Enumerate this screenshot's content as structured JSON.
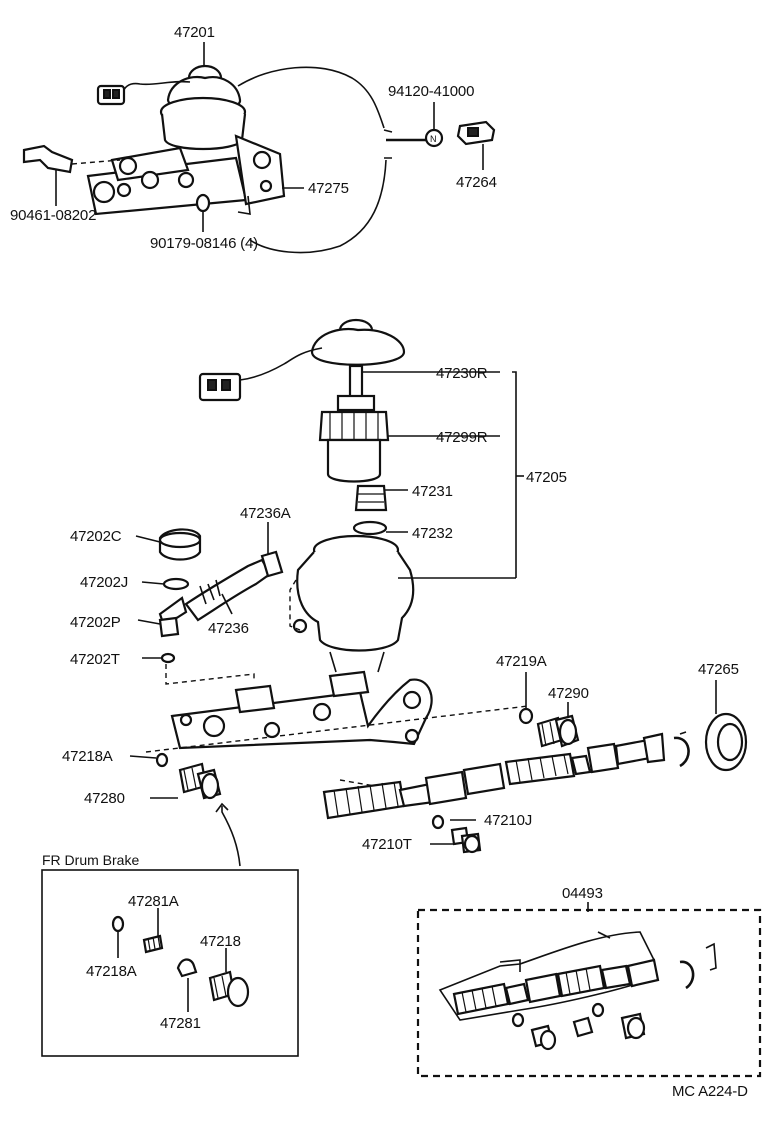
{
  "parts": {
    "p47201": "47201",
    "p94120": "94120-41000",
    "p47264": "47264",
    "p47275": "47275",
    "p90461": "90461-08202",
    "p90179": "90179-08146 (4)",
    "p47230R": "47230R",
    "p47299R": "47299R",
    "p47205": "47205",
    "p47231": "47231",
    "p47236A": "47236A",
    "p47232": "47232",
    "p47202C": "47202C",
    "p47202J": "47202J",
    "p47202P": "47202P",
    "p47236": "47236",
    "p47202T": "47202T",
    "p47219A": "47219A",
    "p47265": "47265",
    "p47290": "47290",
    "p47218A": "47218A",
    "p47280": "47280",
    "p47210J": "47210J",
    "p47210T": "47210T",
    "p47281A": "47281A",
    "p47218": "47218",
    "p47218A_fr": "47218A",
    "p47281": "47281",
    "p04493": "04493"
  },
  "inset": {
    "title": "FR Drum Brake"
  },
  "footer": {
    "code": "MC  A224-D"
  }
}
